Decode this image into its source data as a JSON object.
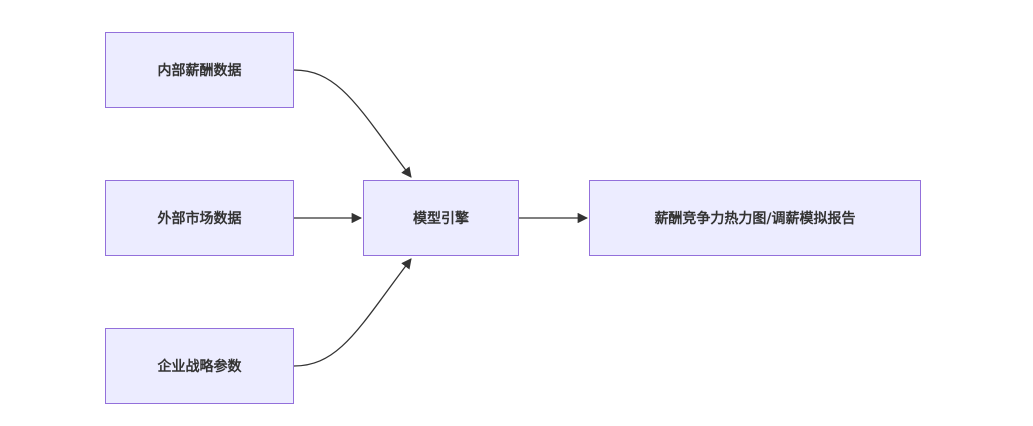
{
  "diagram": {
    "nodes": {
      "internal": "内部薪酬数据",
      "external": "外部市场数据",
      "strategy": "企业战略参数",
      "engine": "模型引擎",
      "output": "薪酬竞争力热力图/调薪模拟报告"
    },
    "edges": [
      {
        "from": "internal",
        "to": "engine"
      },
      {
        "from": "external",
        "to": "engine"
      },
      {
        "from": "strategy",
        "to": "engine"
      },
      {
        "from": "engine",
        "to": "output"
      }
    ],
    "colors": {
      "node_fill": "#ececff",
      "node_border": "#9370db",
      "edge": "#333333",
      "text": "#333333"
    }
  }
}
